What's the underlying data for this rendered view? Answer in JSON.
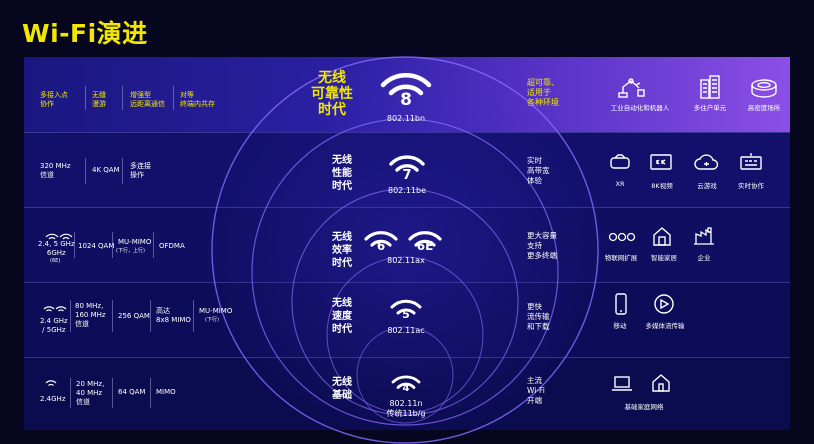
{
  "title": "Wi-Fi演进",
  "rows": [
    {
      "features": [
        "多接入点\n协作",
        "无缝\n漫游",
        "增强型\n远距离通信",
        "对等\n终端内共存"
      ],
      "generation": "无线\n可靠性\n时代",
      "gen_number": "8",
      "standard": "802.11bn",
      "benefit": "超可靠、\n适用于\n各种环境",
      "apps": [
        "工业自动化和机器人",
        "多住户单元",
        "高密度场所"
      ]
    },
    {
      "features": [
        "320 MHz\n信道",
        "4K QAM",
        "多连接\n操作"
      ],
      "generation": "无线\n性能\n时代",
      "gen_number": "7",
      "standard": "802.11be",
      "benefit": "实时\n高带宽\n体验",
      "apps": [
        "XR",
        "8K视频",
        "云游戏",
        "实时协作"
      ]
    },
    {
      "bands": "2.4, 5 GHz\n6GHz",
      "bands_sub": "(6E)",
      "features": [
        "1024 QAM",
        "MU-MIMO",
        "OFDMA"
      ],
      "mimo_sub": "(下行，上行)",
      "generation": "无线\n效率\n时代",
      "gen_numbers": [
        "6",
        "6E"
      ],
      "standard": "802.11ax",
      "benefit": "更大容量\n支持\n更多终端",
      "apps": [
        "物联网扩展",
        "智能家居",
        "企业"
      ]
    },
    {
      "bands": "2.4 GHz\n/ 5GHz",
      "features": [
        "80 MHz,\n160 MHz\n信道",
        "256 QAM",
        "高达\n8x8 MIMO",
        "MU-MIMO"
      ],
      "mimo_sub": "(下行)",
      "generation": "无线\n速度\n时代",
      "gen_number": "5",
      "standard": "802.11ac",
      "benefit": "更快\n流传输\n和下载",
      "apps": [
        "移动",
        "多媒体流传输"
      ]
    },
    {
      "bands": "2.4GHz",
      "features": [
        "20 MHz,\n40 MHz\n信道",
        "64 QAM",
        "MIMO"
      ],
      "generation": "无线\n基础",
      "gen_number": "4",
      "standard": "802.11n\n传统11b/g",
      "benefit": "主流\nWi-Fi\n开端",
      "apps": [
        "基础家庭网络"
      ]
    }
  ],
  "colors": {
    "title": "#f2e700",
    "highlight": "#f2e700",
    "accent": "#8b4fe6"
  }
}
